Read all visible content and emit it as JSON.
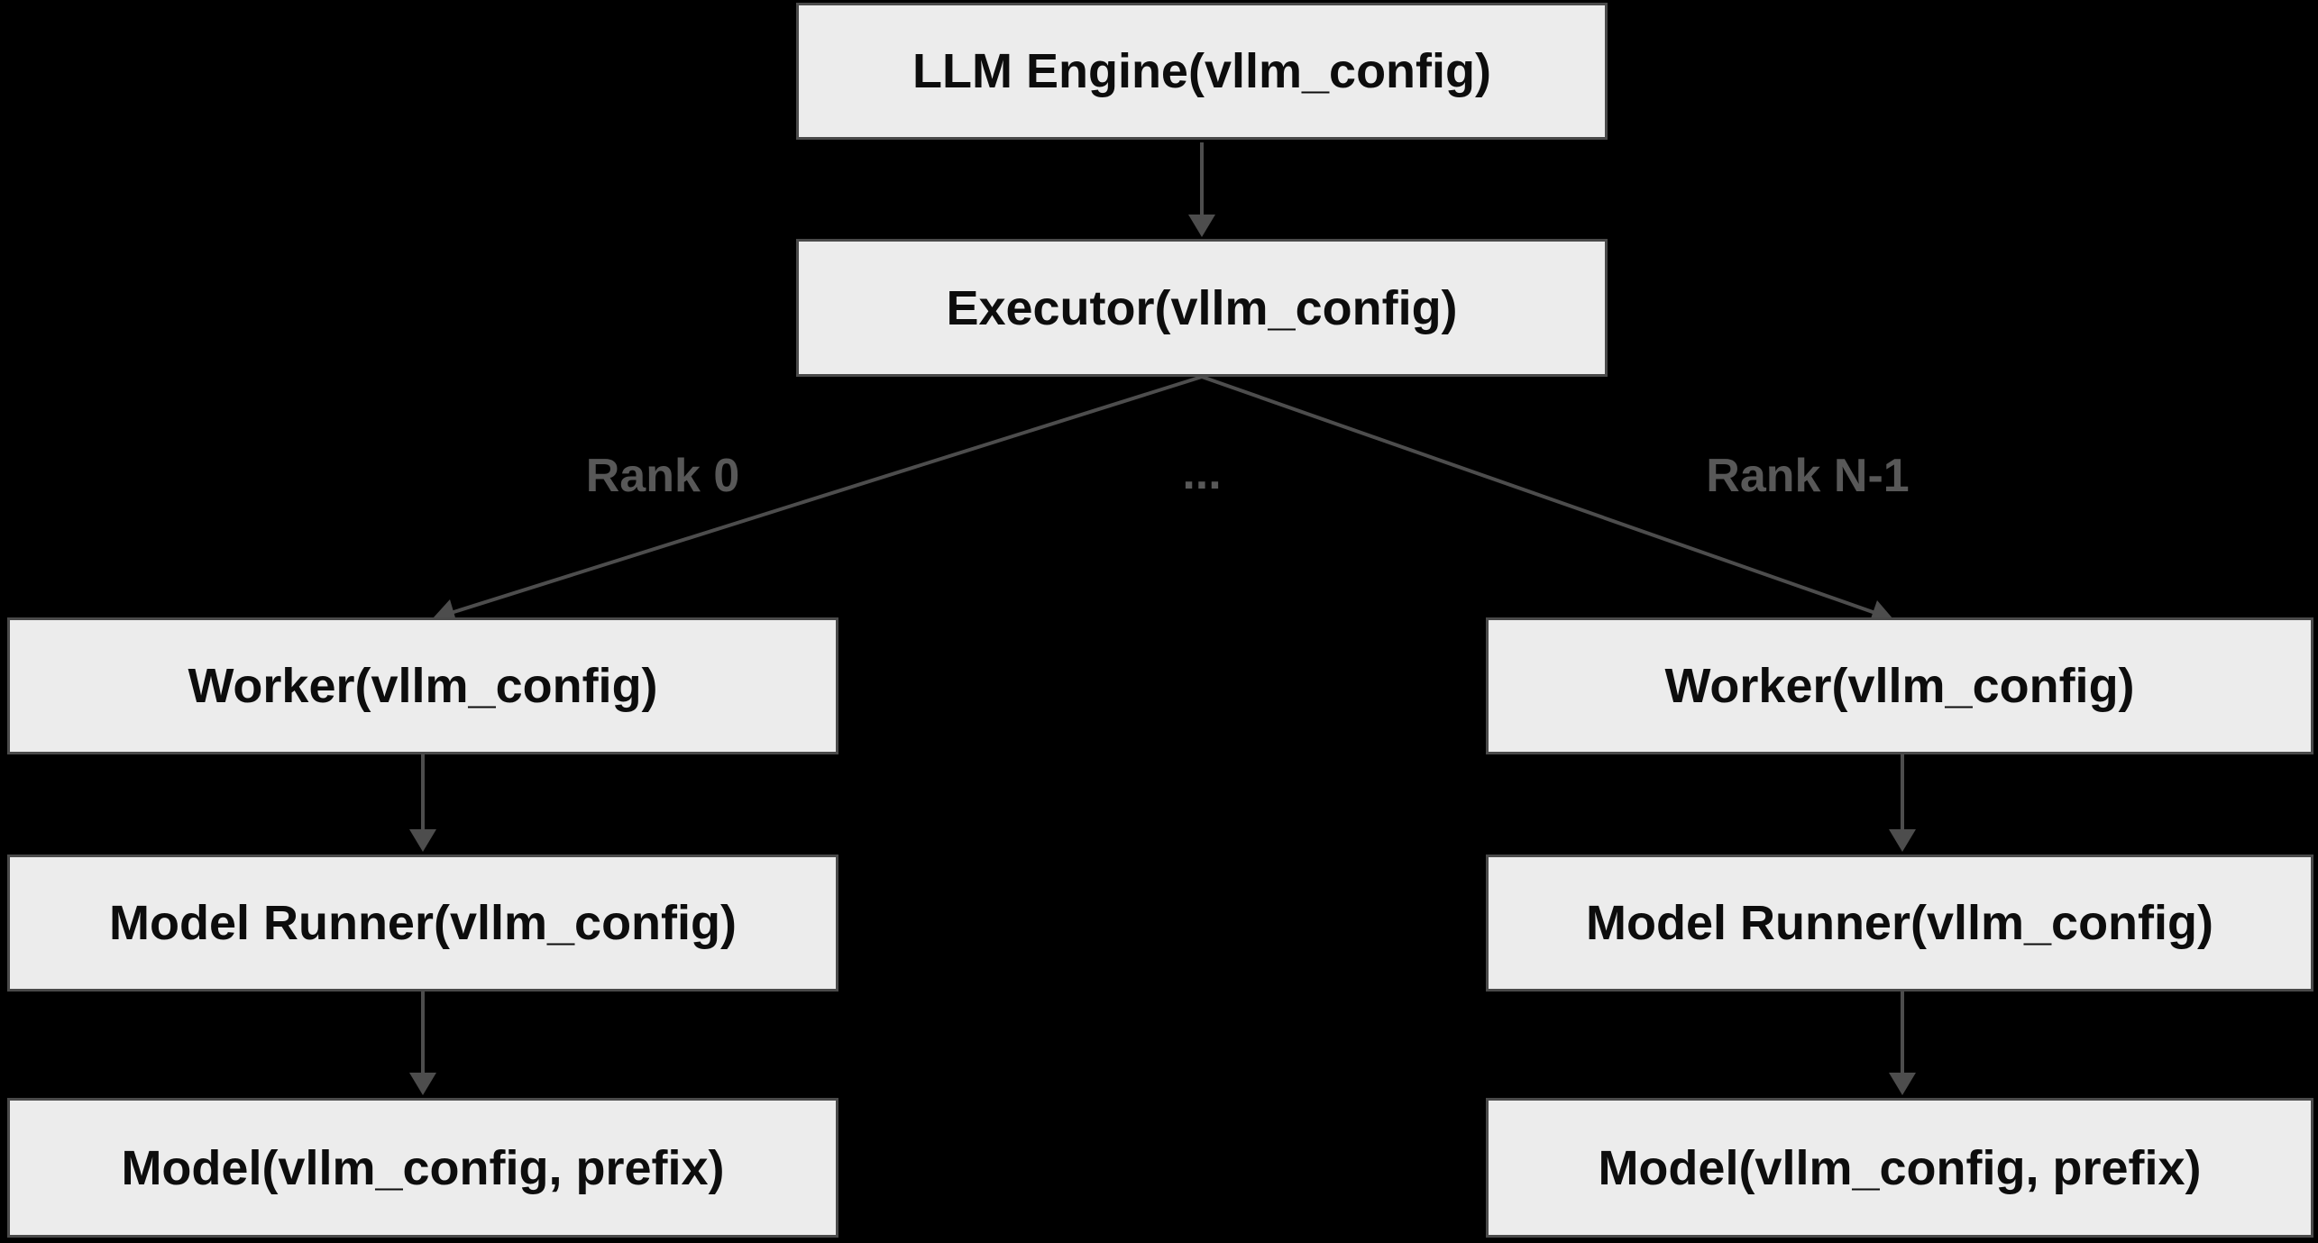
{
  "colors": {
    "background": "#000000",
    "node_fill": "#ececec",
    "node_border": "#4a4a4a",
    "node_text": "#0d0d0d",
    "edge": "#4d4d4d",
    "edge_label_text": "#585858"
  },
  "nodes": {
    "llm_engine": {
      "label": "LLM Engine(vllm_config)"
    },
    "executor": {
      "label": "Executor(vllm_config)"
    },
    "worker_rank0": {
      "label": "Worker(vllm_config)"
    },
    "worker_rankN": {
      "label": "Worker(vllm_config)"
    },
    "model_runner_rank0": {
      "label": "Model Runner(vllm_config)"
    },
    "model_runner_rankN": {
      "label": "Model Runner(vllm_config)"
    },
    "model_rank0": {
      "label": "Model(vllm_config, prefix)"
    },
    "model_rankN": {
      "label": "Model(vllm_config, prefix)"
    }
  },
  "edge_labels": {
    "rank_0": "Rank 0",
    "ellipsis": "...",
    "rank_n": "Rank N-1"
  }
}
